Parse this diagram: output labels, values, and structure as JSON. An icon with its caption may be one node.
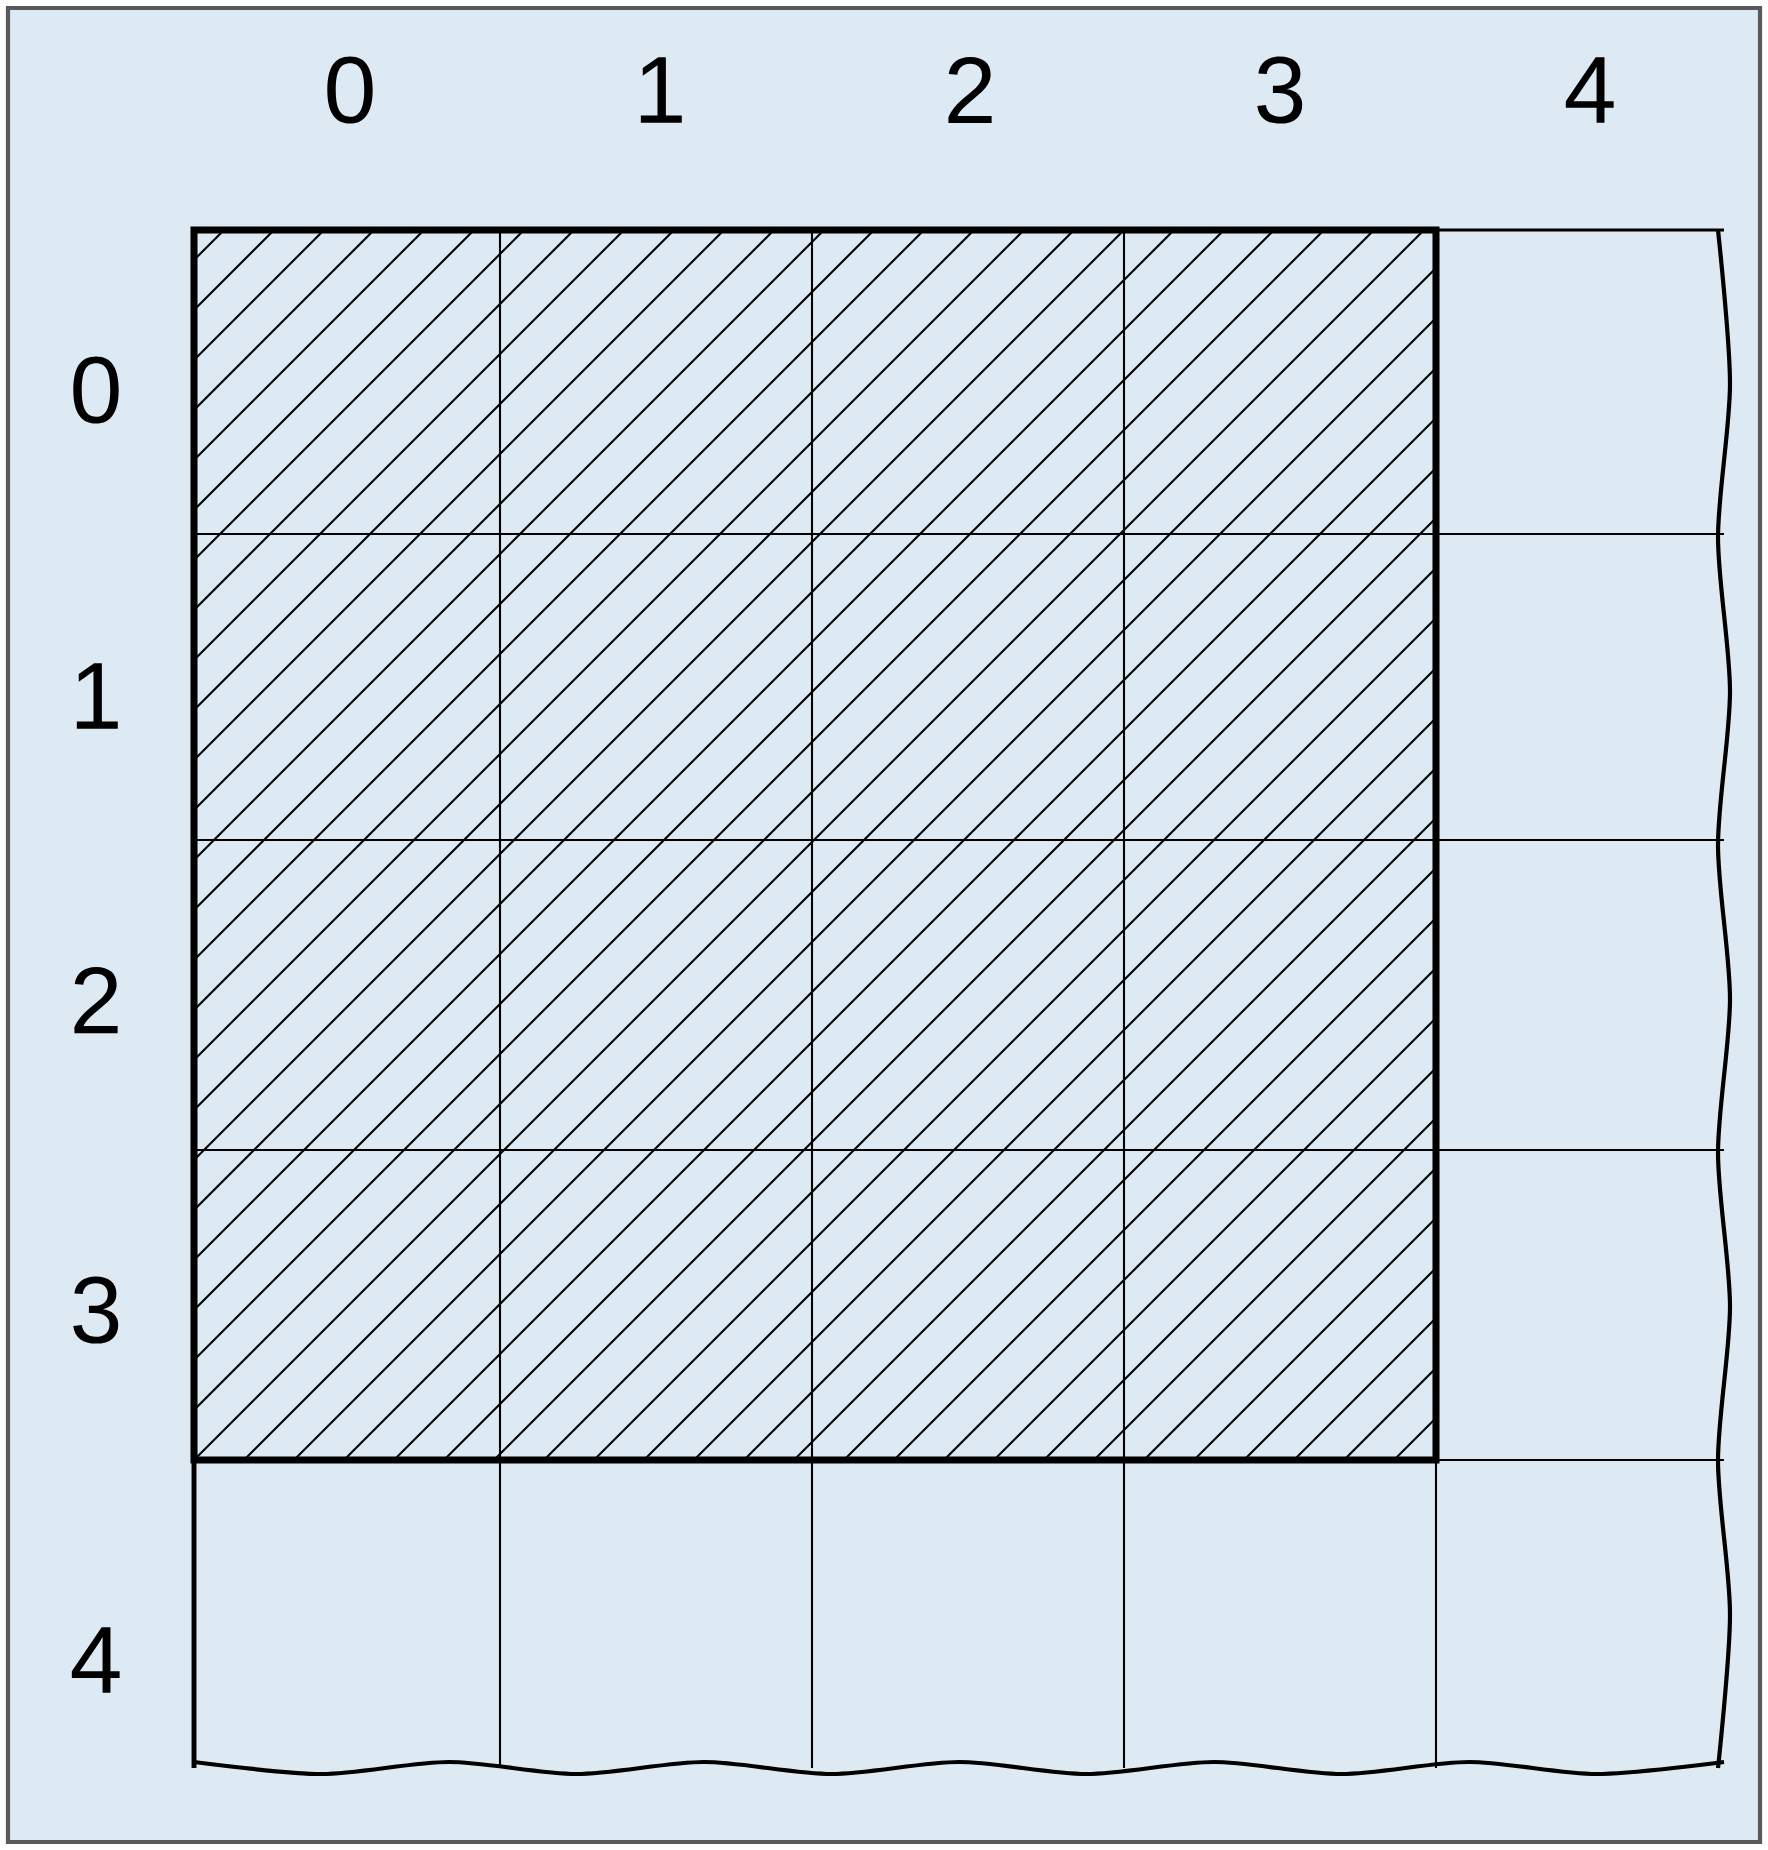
{
  "diagram": {
    "labels": [
      "0",
      "1",
      "2",
      "3",
      "4",
      "0",
      "1",
      "2",
      "3",
      "4"
    ]
  }
}
